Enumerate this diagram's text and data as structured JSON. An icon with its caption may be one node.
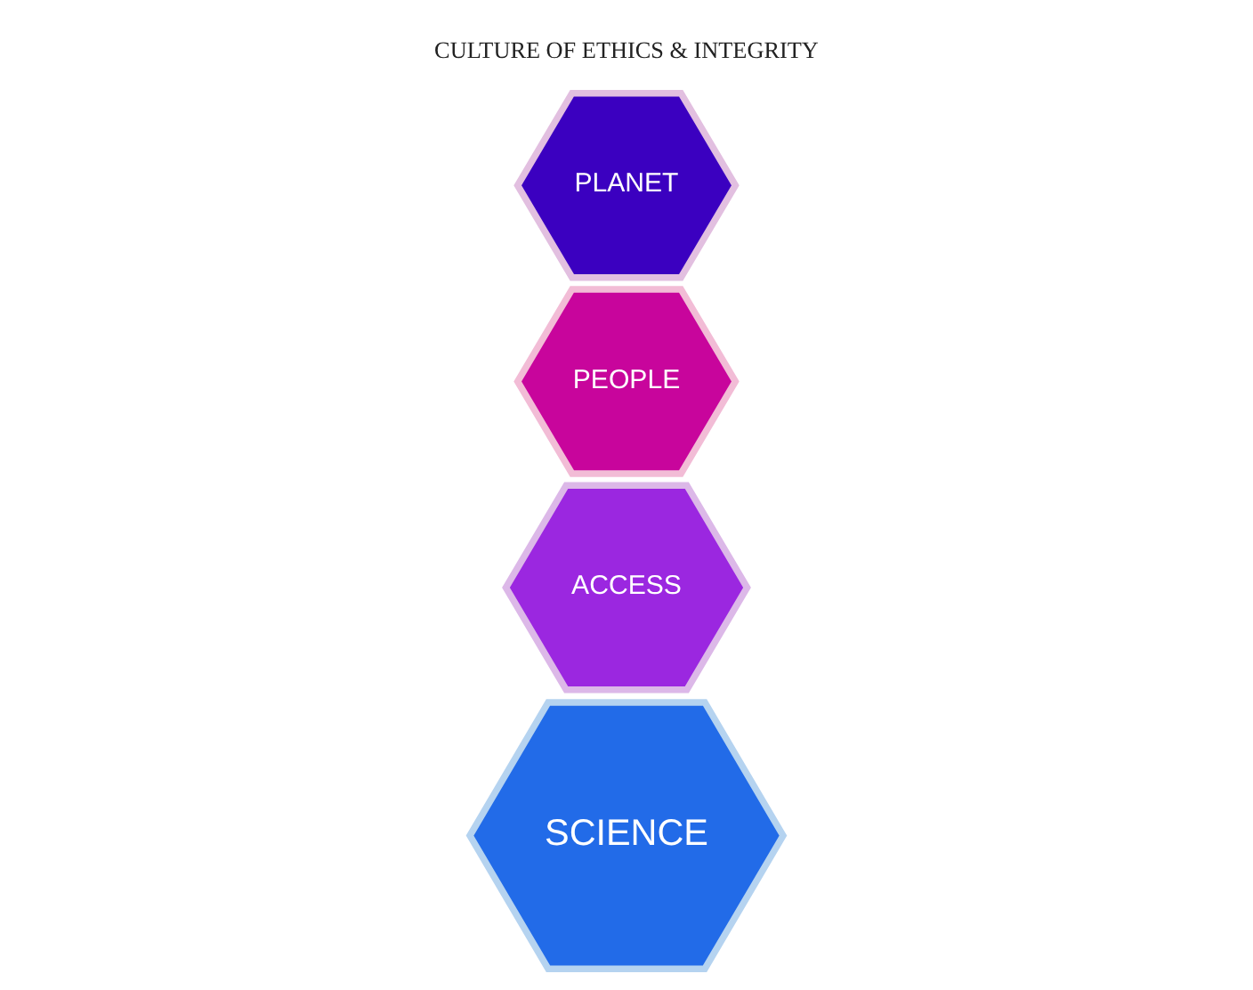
{
  "diagram": {
    "nodes": [
      {
        "text": [
          "SCIENCE"
        ]
      },
      {
        "text": [
          "ACCESS"
        ]
      },
      {
        "text": [
          "PEOPLE"
        ]
      },
      {
        "text": [
          "PLANET"
        ]
      }
    ],
    "edges": [],
    "labels": [
      "CULTURE OF ETHICS & INTEGRITY"
    ]
  }
}
